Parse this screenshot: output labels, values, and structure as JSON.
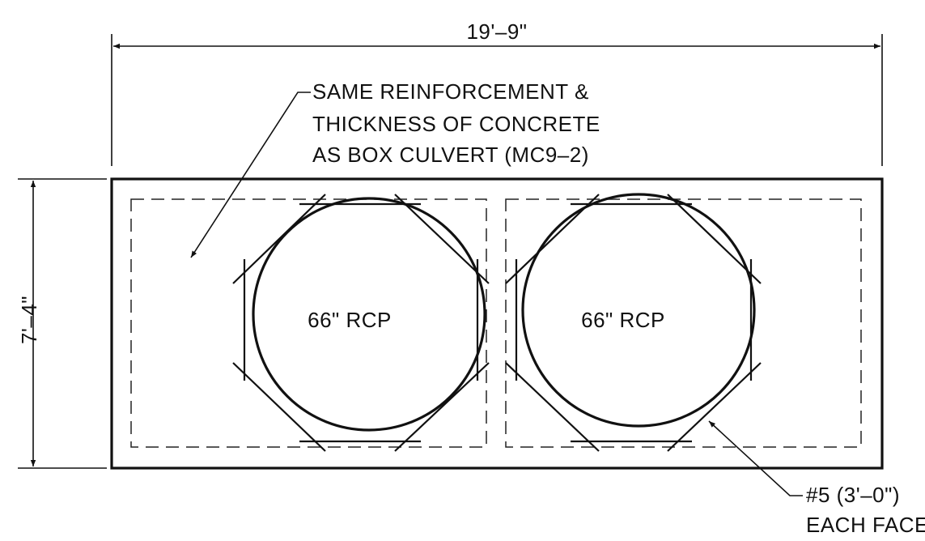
{
  "dimensions": {
    "width_label": "19'–9\"",
    "height_label": "7'–4\""
  },
  "notes": {
    "reinforcement": {
      "line1": "SAME REINFORCEMENT &",
      "line2": "THICKNESS OF CONCRETE",
      "line3": "AS BOX CULVERT (MC9–2)"
    },
    "bars": {
      "line1": "#5 (3'–0\")",
      "line2": "EACH FACE"
    }
  },
  "pipes": [
    {
      "label": "66\" RCP"
    },
    {
      "label": "66\" RCP"
    }
  ]
}
